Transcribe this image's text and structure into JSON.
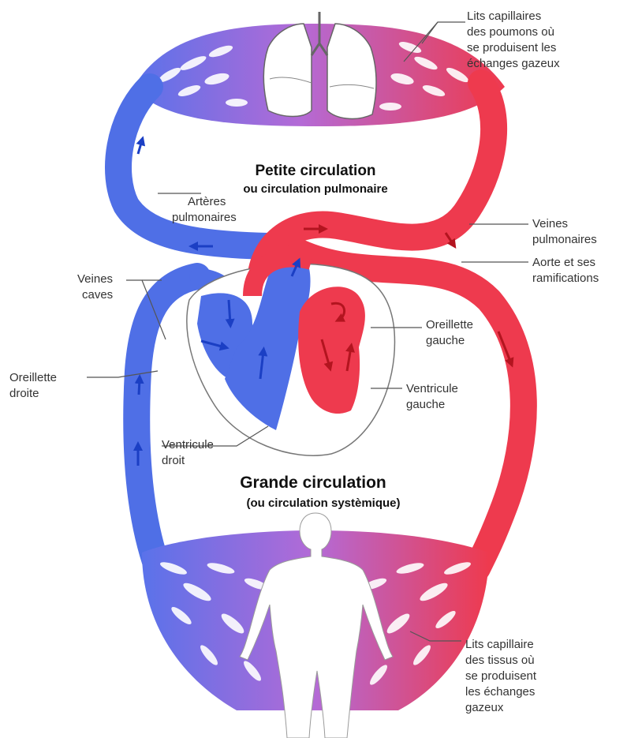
{
  "colors": {
    "oxygenated": "#ee3a4e",
    "deoxygenated": "#4f6fe6",
    "mixed": "#b46ad6",
    "leader": "#555555",
    "text": "#333333"
  },
  "titles": {
    "pulmonary": "Petite circulation",
    "pulmonary_sub": "ou circulation pulmonaire",
    "systemic": "Grande circulation",
    "systemic_sub": "(ou circulation systèmique)"
  },
  "labels": {
    "lung_capillaries": [
      "Lits capillaires",
      "des poumons où",
      "se produisent les",
      "échanges gazeux"
    ],
    "pulmonary_arteries": [
      "Artères",
      "pulmonaires"
    ],
    "pulmonary_veins": [
      "Veines",
      "pulmonaires"
    ],
    "aorta": [
      "Aorte et ses",
      "ramifications"
    ],
    "venae_cavae": [
      "Veines",
      "caves"
    ],
    "right_atrium": [
      "Oreillette",
      "droite"
    ],
    "left_atrium": [
      "Oreillette",
      "gauche"
    ],
    "left_ventricle": [
      "Ventricule",
      "gauche"
    ],
    "right_ventricle": [
      "Ventricule",
      "droit"
    ],
    "tissue_capillaries": [
      "Lits capillaire",
      "des tissus où",
      "se produisent",
      "les échanges",
      "gazeux"
    ]
  },
  "icons": [
    "lungs-icon",
    "heart-icon",
    "human-body-icon"
  ]
}
